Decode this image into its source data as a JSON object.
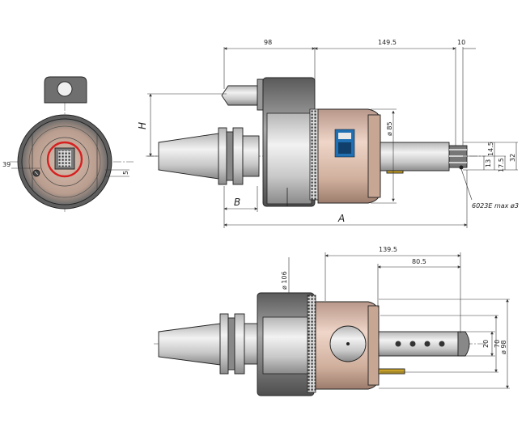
{
  "colors": {
    "steel_light": "#e6e6e6",
    "steel_mid": "#bdbdbd",
    "steel_dark": "#6f6f6f",
    "bronze": "#d8b8a4",
    "bronze_dark": "#a98876",
    "line": "#222222",
    "highlight": "#d62020",
    "label_blue": "#1f6fb2",
    "brass": "#c9a227"
  },
  "dimensions": {
    "top_98": "98",
    "top_149_5": "149.5",
    "top_10": "10",
    "height_H": "H",
    "length_B": "B",
    "length_A": "A",
    "dia_85": "ø 85",
    "d_13": "13",
    "d_14_5": "14.5",
    "d_17_5": "17.5",
    "d_32": "32",
    "insert_note": "6023E max ø3",
    "front_39": "39",
    "front_5": "5",
    "bottom_139_5": "139.5",
    "bottom_80_5": "80.5",
    "dia_106": "ø 106",
    "d_20": "20",
    "d_70": "70",
    "dia_98": "ø 98"
  }
}
